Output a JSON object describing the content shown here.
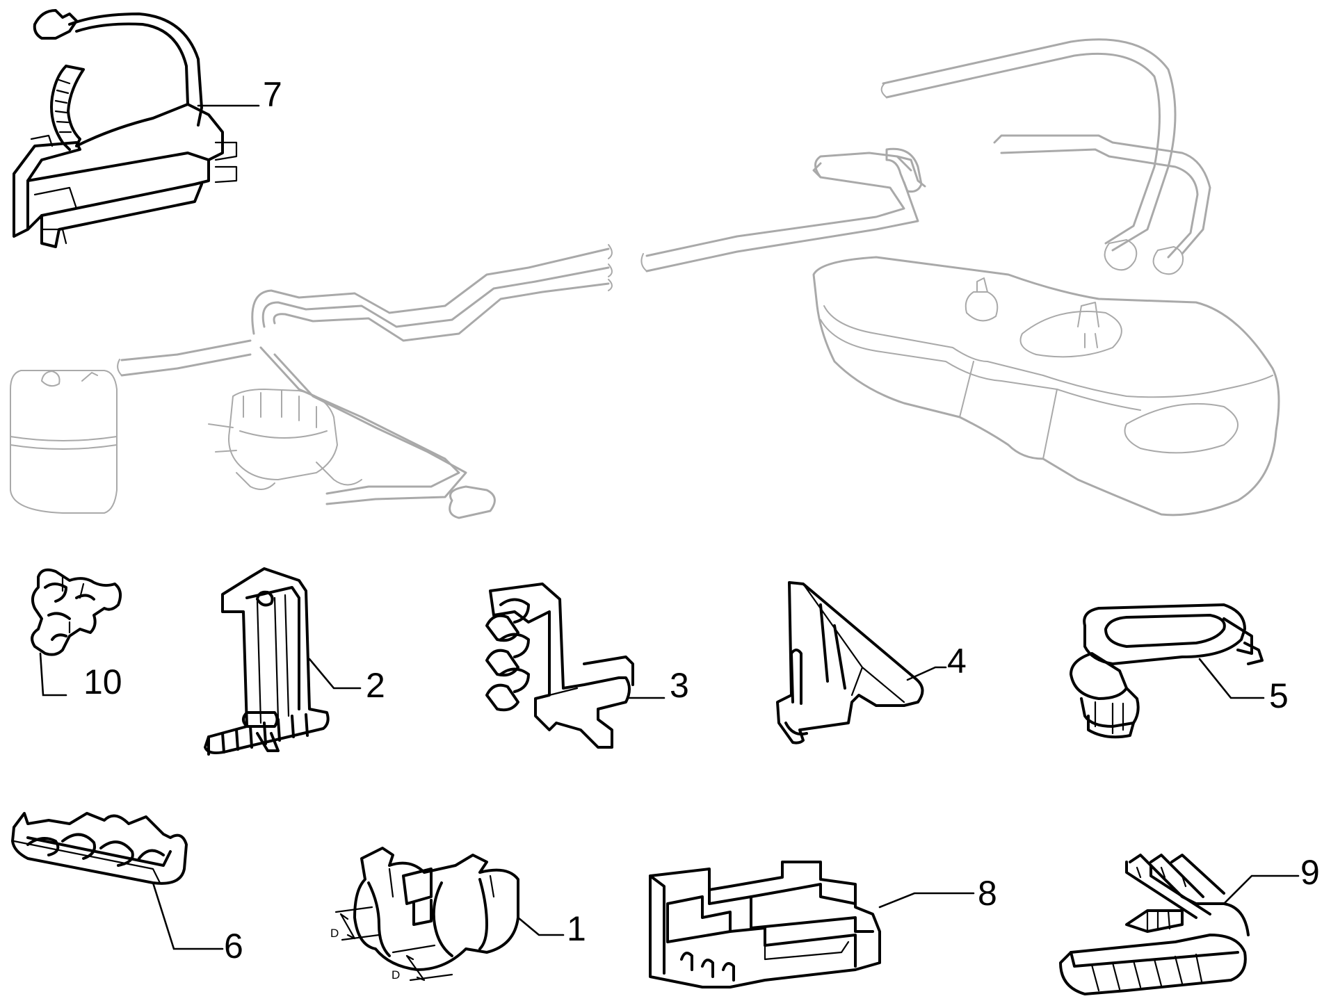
{
  "diagram": {
    "callouts": {
      "c1": "1",
      "c2": "2",
      "c3": "3",
      "c4": "4",
      "c5": "5",
      "c6": "6",
      "c7": "7",
      "c8": "8",
      "c9": "9",
      "c10": "10"
    },
    "dimension_labels": {
      "d_upper": "D",
      "d_lower": "D"
    }
  }
}
